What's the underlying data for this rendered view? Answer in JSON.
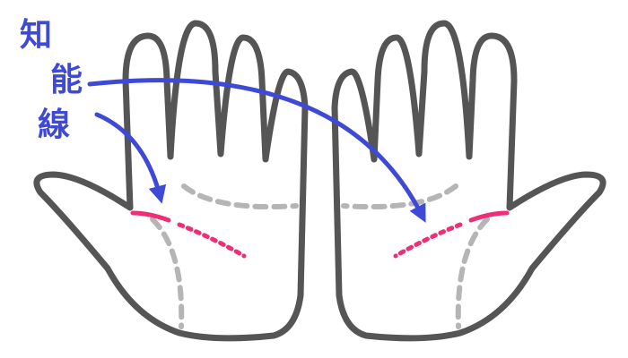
{
  "label": {
    "chars": [
      "知",
      "能",
      "線"
    ]
  },
  "colors": {
    "outline": "#555555",
    "guide_lines": "#b5b5b5",
    "intelligence_line": "#ee2f78",
    "arrow": "#3e49d6"
  }
}
